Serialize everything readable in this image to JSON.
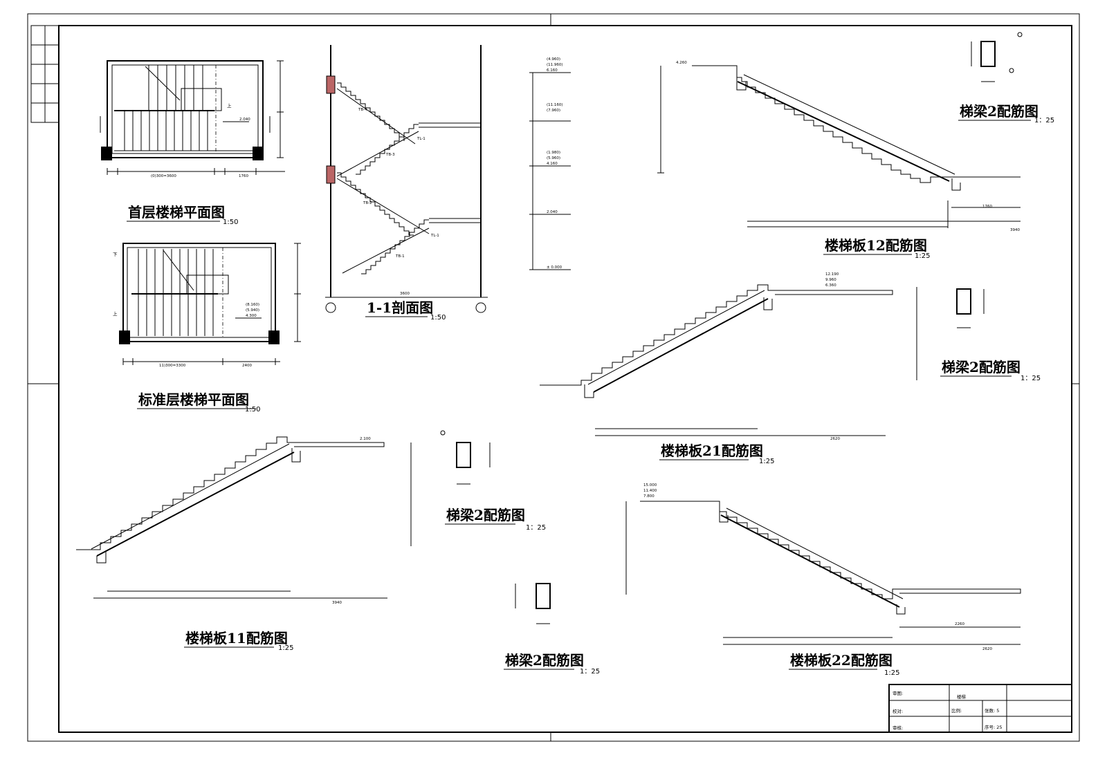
{
  "titles": {
    "plan_first": "首层楼梯平面图",
    "plan_first_scale": "1:50",
    "plan_std": "标准层楼梯平面图",
    "plan_std_scale": "1:50",
    "section": "1-1剖面图",
    "section_scale": "1:50",
    "tb12": "楼梯板12配筋图",
    "tb12_scale": "1:25",
    "tb21": "楼梯板21配筋图",
    "tb21_scale": "1:25",
    "tb11": "楼梯板11配筋图",
    "tb11_scale": "1:25",
    "tb22": "楼梯板22配筋图",
    "tb22_scale": "1:25",
    "beam_tr": "梯梁2配筋图",
    "beam_tr_scale": "1：25",
    "beam_mr": "梯梁2配筋图",
    "beam_mr_scale": "1：25",
    "beam_c": "梯梁2配筋图",
    "beam_c_scale": "1：25",
    "beam_bc": "梯梁2配筋图",
    "beam_bc_scale": "1：25"
  },
  "plan_marks": {
    "first_up": "上",
    "first_elev": "2.040",
    "std_down": "下",
    "std_up": "上",
    "std_elev1": "(8.160)",
    "std_elev2": "(5.940)",
    "std_elev3": "4.300"
  },
  "section_marks": {
    "tb4": "TB-4",
    "tb3": "TB-3",
    "tb2": "TB-2",
    "tb1": "TB-1",
    "tl1a": "TL-1",
    "tl1b": "TL-1",
    "span": "3600"
  },
  "elevations": {
    "e1": "(4.960)",
    "e2": "(11.960)",
    "e3": "6.160",
    "e4": "(11.160)",
    "e5": "(7.960)",
    "e6": "(1.980)",
    "e7": "(5.960)",
    "e8": "4.160",
    "e9": "2.040",
    "e10": "± 0.000"
  },
  "slab_marks": {
    "tb12_top": "4.260",
    "tb12_span": "3940",
    "tb12_right": "1760",
    "tb21_span": "2620",
    "tb21_elev1": "12.190",
    "tb21_elev2": "9.960",
    "tb21_elev3": "6.360",
    "tb11_top": "2.100",
    "tb11_span": "3940",
    "tb22_elev1": "15.000",
    "tb22_elev2": "11.400",
    "tb22_elev3": "7.800",
    "tb22_span": "2620",
    "tb22_right": "2260"
  },
  "title_block": {
    "row1": "审图:",
    "row2": "校对:",
    "row3": "审核:",
    "project": "楼梯",
    "scale_label": "比例:",
    "sheet_label": "张数: 5",
    "number_label": "序号: 25"
  }
}
